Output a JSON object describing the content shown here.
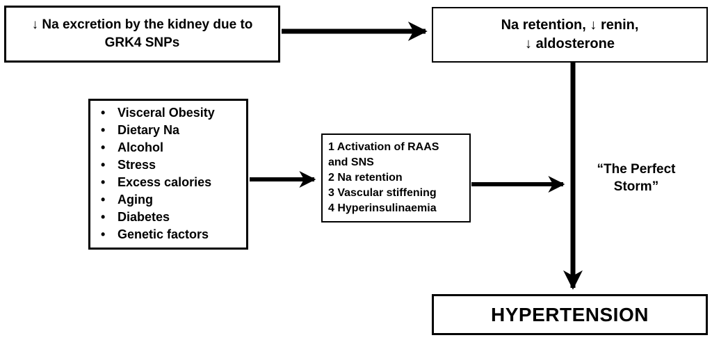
{
  "diagram": {
    "colors": {
      "background": "#ffffff",
      "ink": "#000000"
    },
    "boxes": {
      "na_excretion": {
        "text": "↓ Na excretion by the kidney due to\nGRK4 SNPs"
      },
      "na_retention": {
        "text": "Na retention, ↓ renin,\n↓ aldosterone"
      },
      "risk_factors": {
        "bullet": "•",
        "items": [
          "Visceral Obesity",
          "Dietary Na",
          "Alcohol",
          "Stress",
          "Excess calories",
          "Aging",
          "Diabetes",
          "Genetic factors"
        ]
      },
      "mechanisms": {
        "items": [
          "1   Activation of RAAS\nand SNS",
          "2  Na retention",
          "3  Vascular stiffening",
          "4  Hyperinsulinaemia"
        ]
      },
      "hypertension": {
        "text": "HYPERTENSION"
      }
    },
    "annotations": {
      "perfect_storm": "“The Perfect\nStorm”"
    }
  }
}
